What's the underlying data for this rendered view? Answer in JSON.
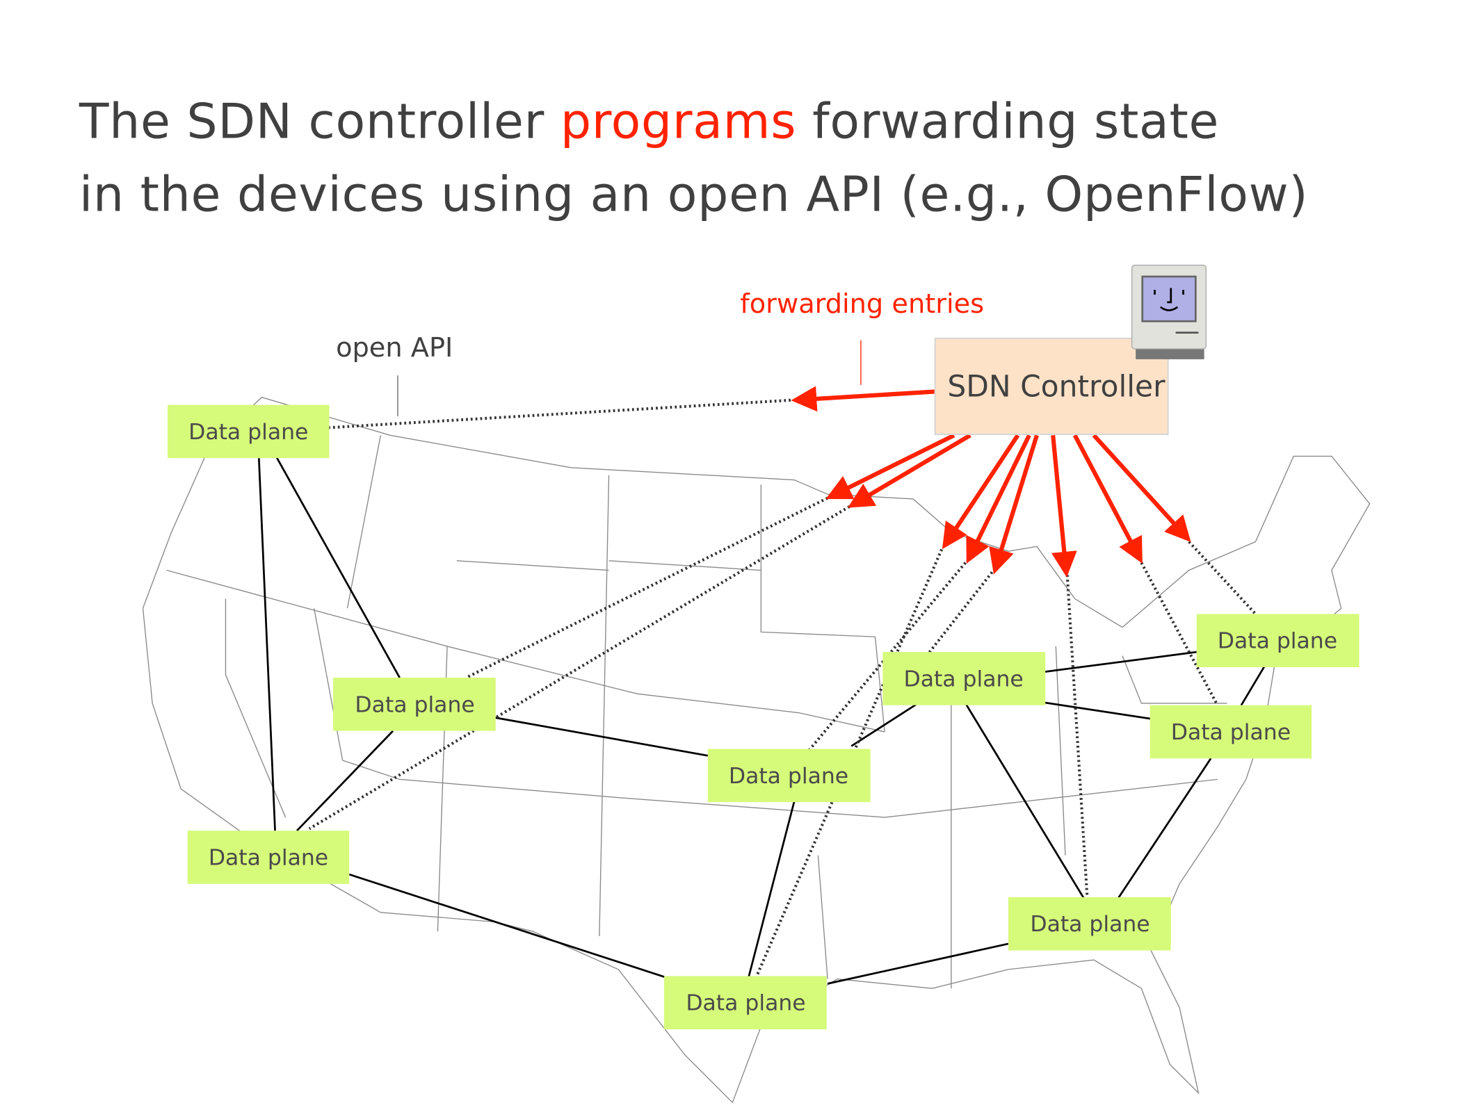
{
  "title": {
    "line1_before": "The SDN controller ",
    "line1_highlight": "programs",
    "line1_after": " forwarding state",
    "line2": "in the devices using an open API (e.g., OpenFlow)"
  },
  "labels": {
    "open_api": "open API",
    "forwarding_entries": "forwarding entries"
  },
  "controller": {
    "label": "SDN Controller",
    "icon": "classic-mac-computer-icon"
  },
  "data_planes": [
    {
      "label": "Data plane"
    },
    {
      "label": "Data plane"
    },
    {
      "label": "Data plane"
    },
    {
      "label": "Data plane"
    },
    {
      "label": "Data plane"
    },
    {
      "label": "Data plane"
    },
    {
      "label": "Data plane"
    },
    {
      "label": "Data plane"
    },
    {
      "label": "Data plane"
    }
  ],
  "colors": {
    "highlight": "#ff2200",
    "data_plane": "#d6fa7a",
    "controller": "#fee2c8"
  }
}
